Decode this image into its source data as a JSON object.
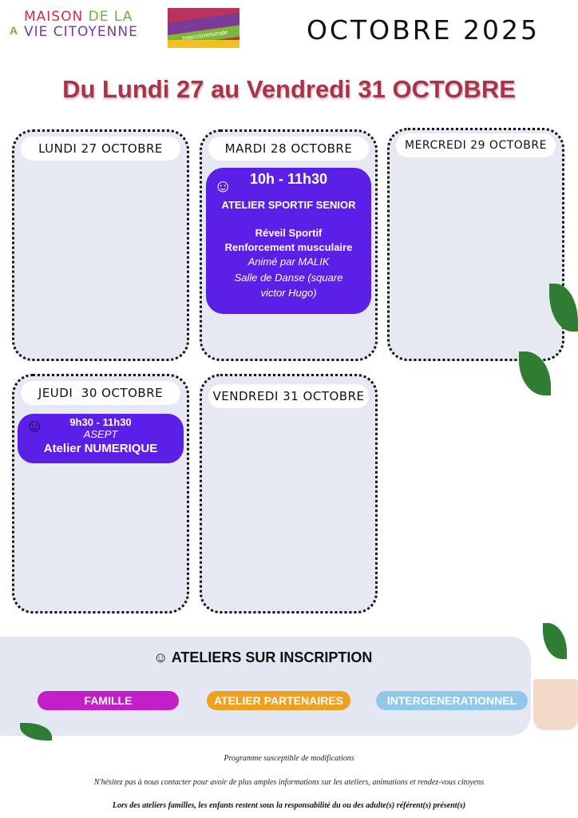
{
  "header": {
    "logo_line1a": "MAISON",
    "logo_line1b": "DE LA",
    "logo_line2": "VIE CITOYENNE",
    "logo2_text": "Intercommunale",
    "month": "OCTOBRE 2025"
  },
  "title": "Du Lundi 27 au Vendredi 31 OCTOBRE",
  "days": [
    {
      "label": "LUNDI 27 OCTOBRE"
    },
    {
      "label": "MARDI 28 OCTOBRE",
      "event": {
        "time": "10h - 11h30",
        "name": "ATELIER SPORTIF SENIOR",
        "line1": "Réveil Sportif",
        "line2": "Renforcement musculaire",
        "line3": "Animé par MALIK",
        "line4": "Salle de Danse (square victor Hugo)"
      }
    },
    {
      "label": "MERCREDI 29 OCTOBRE"
    },
    {
      "label": "JEUDI  30 OCTOBRE",
      "event": {
        "time": "9h30 - 11h30",
        "partner": "ASEPT",
        "name": "Atelier NUMERIQUE"
      }
    },
    {
      "label": "VENDREDI 31 OCTOBRE"
    }
  ],
  "legend": {
    "heading": "ATELIERS SUR INSCRIPTION",
    "items": [
      {
        "label": "FAMILLE",
        "color": "#c21fc8"
      },
      {
        "label": "ATELIER PARTENAIRES",
        "color": "#f0a020"
      },
      {
        "label": "INTERGENERATIONNEL",
        "color": "#8fc8e8"
      }
    ]
  },
  "footer": {
    "note1": "Programme susceptible de modifications",
    "note2": "N'hésitez pas à nous contacter pour avoir de plus amples informations sur les ateliers, animations et rendez-vous citoyens",
    "note3": "Lors des ateliers familles, les enfants restent sous la responsabilité du ou des adulte(s) référent(s) présent(s)"
  }
}
